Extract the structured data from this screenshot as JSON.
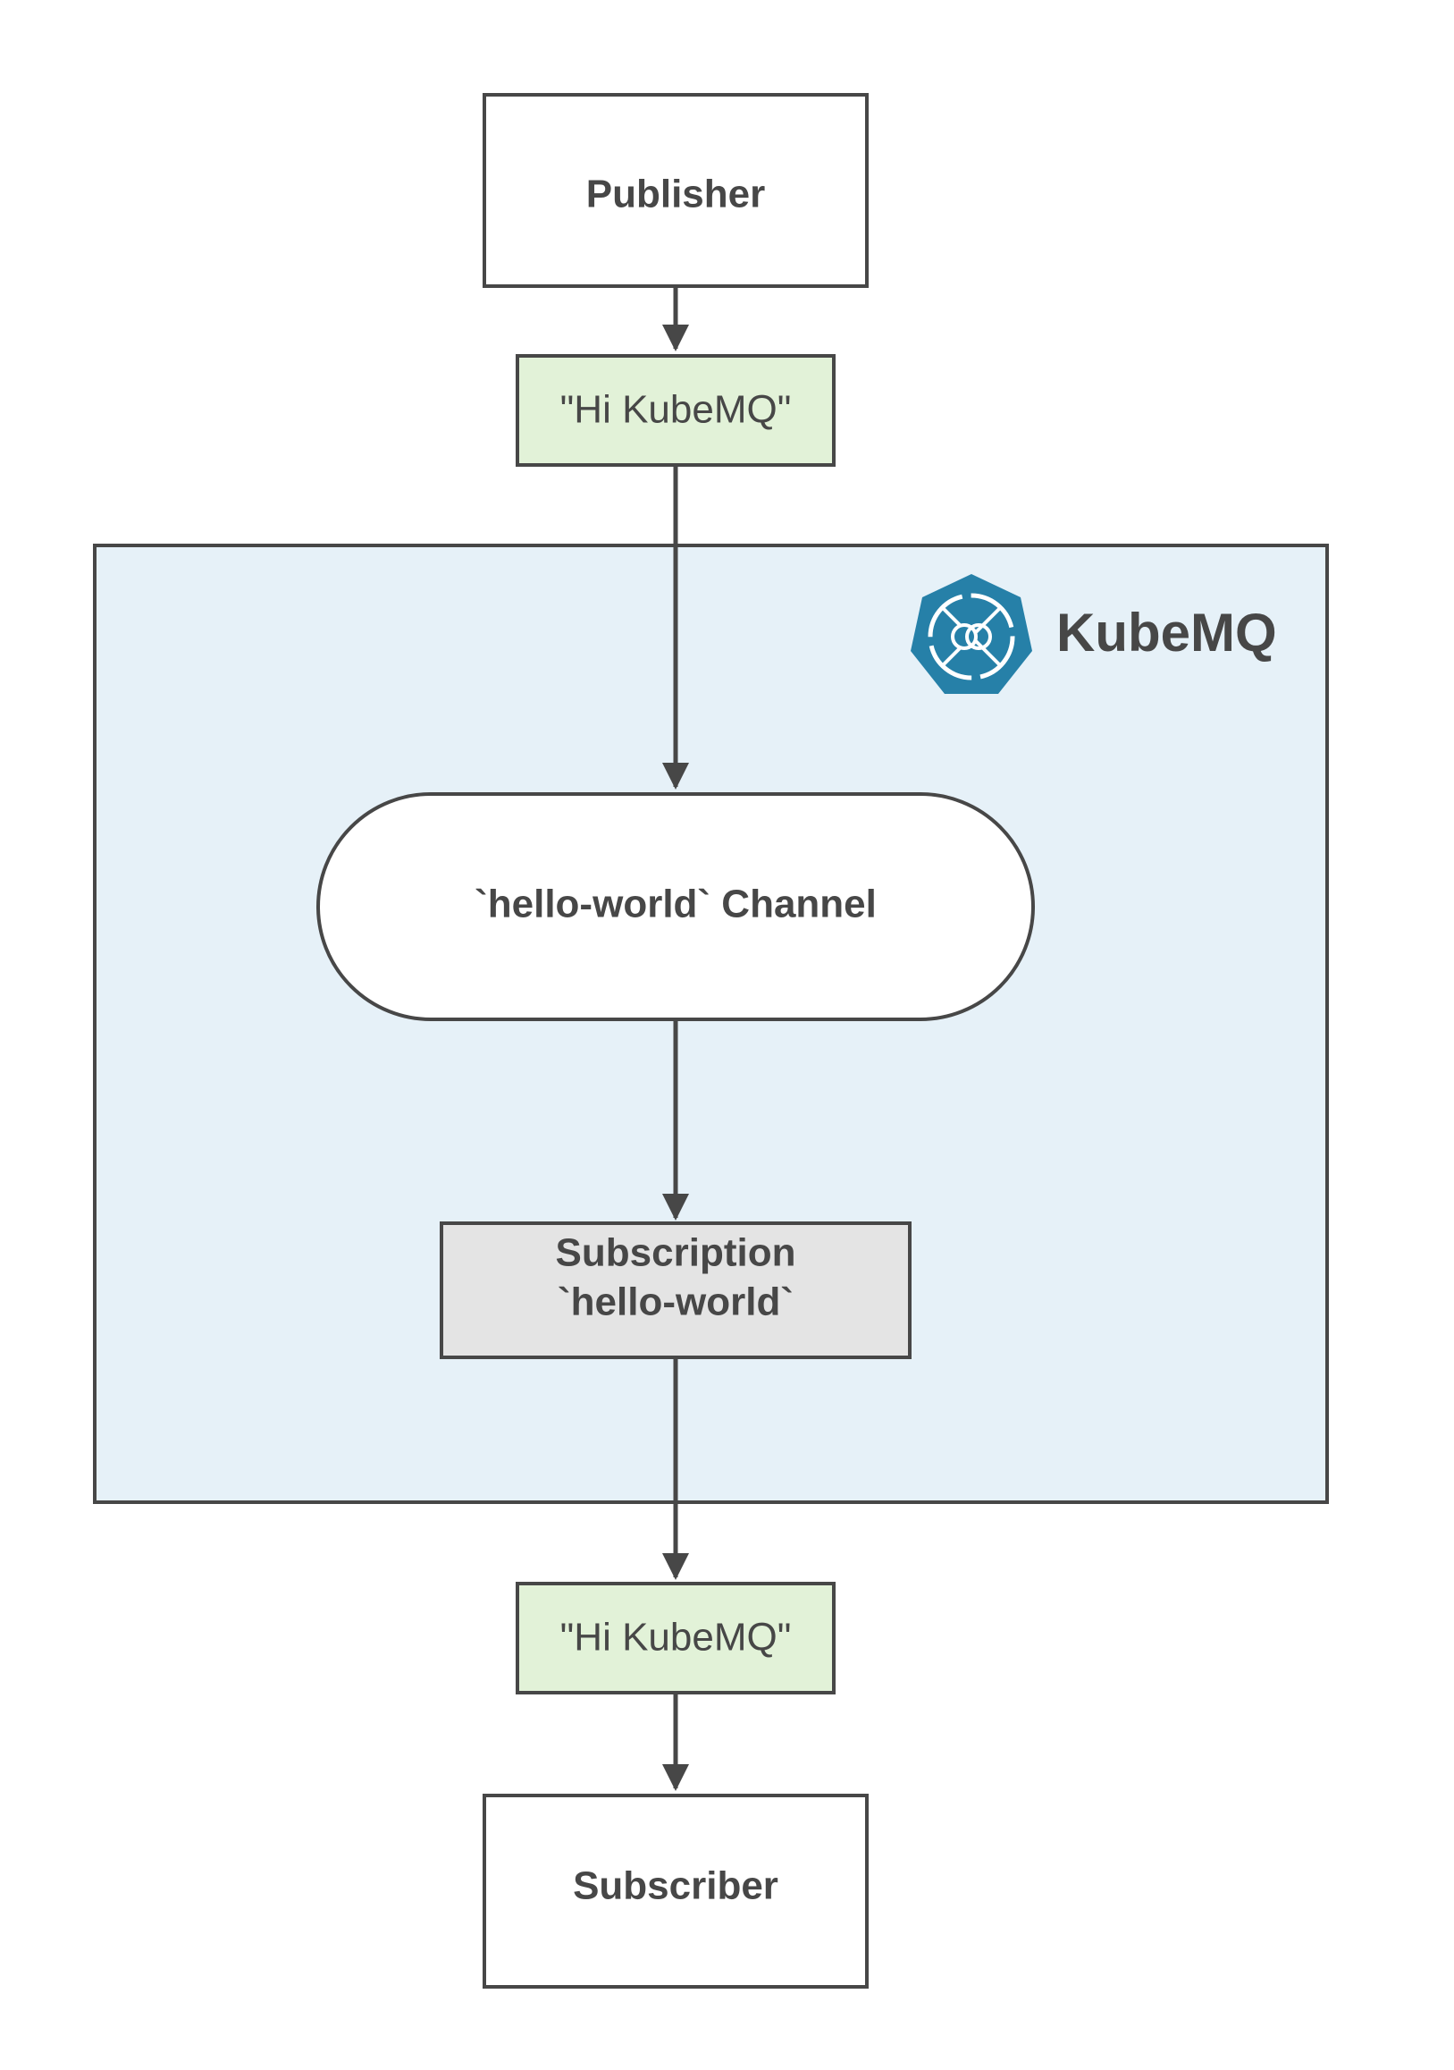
{
  "colors": {
    "stroke": "#474747",
    "container_fill": "#e6f1f8",
    "message_fill": "#e2f2d8",
    "subscription_fill": "#e4e4e4",
    "node_fill": "#ffffff",
    "logo": "#2680a8"
  },
  "nodes": {
    "publisher": {
      "label": "Publisher"
    },
    "message_in": {
      "label": "\"Hi KubeMQ\""
    },
    "kubemq": {
      "label": "KubeMQ",
      "icon": "kubemq-logo-icon"
    },
    "channel": {
      "label": "`hello-world` Channel"
    },
    "subscription": {
      "line1": "Subscription",
      "line2": "`hello-world`"
    },
    "message_out": {
      "label": "\"Hi KubeMQ\""
    },
    "subscriber": {
      "label": "Subscriber"
    }
  },
  "edges": [
    {
      "from": "publisher",
      "to": "message_in"
    },
    {
      "from": "message_in",
      "to": "channel"
    },
    {
      "from": "channel",
      "to": "subscription"
    },
    {
      "from": "subscription",
      "to": "message_out"
    },
    {
      "from": "message_out",
      "to": "subscriber"
    }
  ]
}
